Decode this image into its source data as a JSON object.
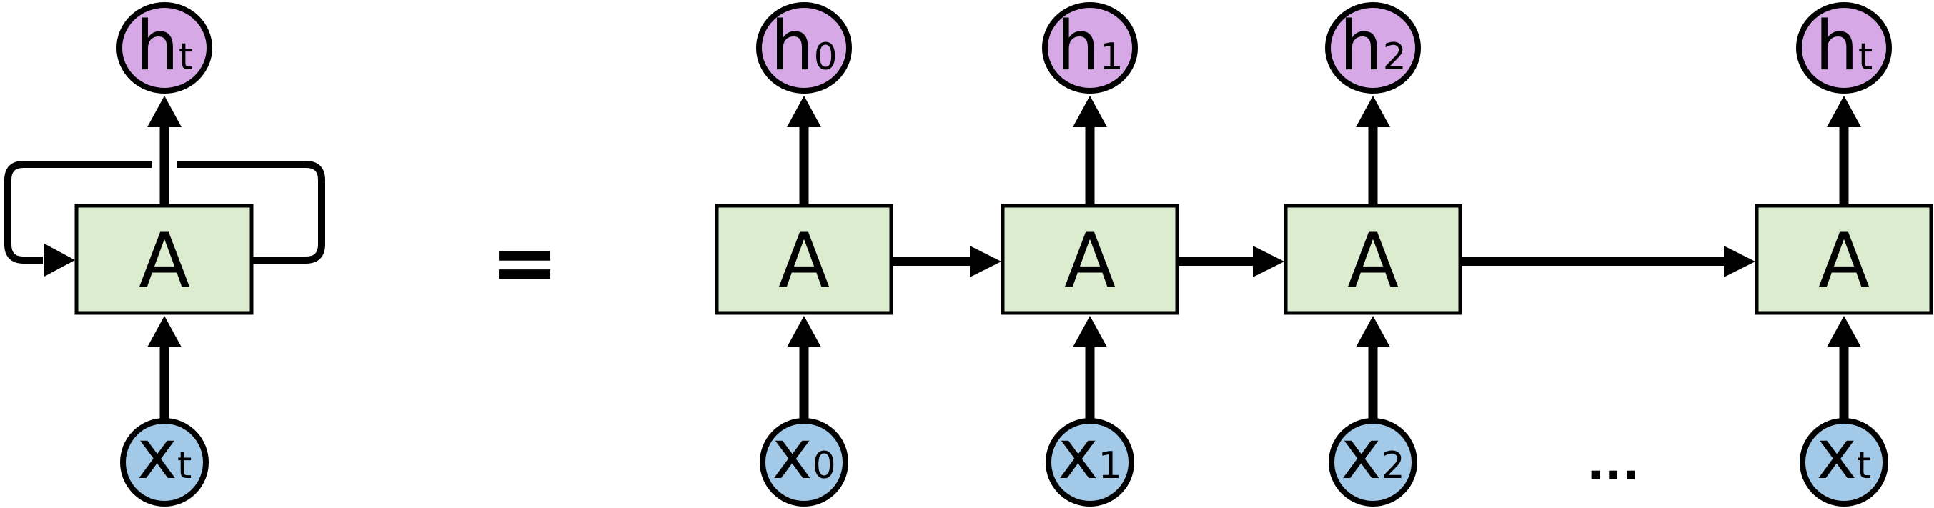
{
  "diagram": {
    "description": "Recurrent neural network cell and its unrolled-through-time equivalent",
    "background_color": "#ffffff",
    "stroke_color": "#000000",
    "node_colors": {
      "hidden_state_fill": "#d6a9e6",
      "input_fill": "#a3c9e8",
      "cell_fill": "#dcedcf"
    },
    "equals_sign": "=",
    "ellipsis": "...",
    "rolled": {
      "cell_label": "A",
      "hidden_label": {
        "base": "h",
        "sub": "t"
      },
      "input_label": {
        "base": "x",
        "sub": "t"
      }
    },
    "unrolled_cells": [
      {
        "cell_label": "A",
        "hidden_label": {
          "base": "h",
          "sub": "0"
        },
        "input_label": {
          "base": "x",
          "sub": "0"
        }
      },
      {
        "cell_label": "A",
        "hidden_label": {
          "base": "h",
          "sub": "1"
        },
        "input_label": {
          "base": "x",
          "sub": "1"
        }
      },
      {
        "cell_label": "A",
        "hidden_label": {
          "base": "h",
          "sub": "2"
        },
        "input_label": {
          "base": "x",
          "sub": "2"
        }
      },
      {
        "cell_label": "A",
        "hidden_label": {
          "base": "h",
          "sub": "t"
        },
        "input_label": {
          "base": "x",
          "sub": "t"
        }
      }
    ]
  }
}
